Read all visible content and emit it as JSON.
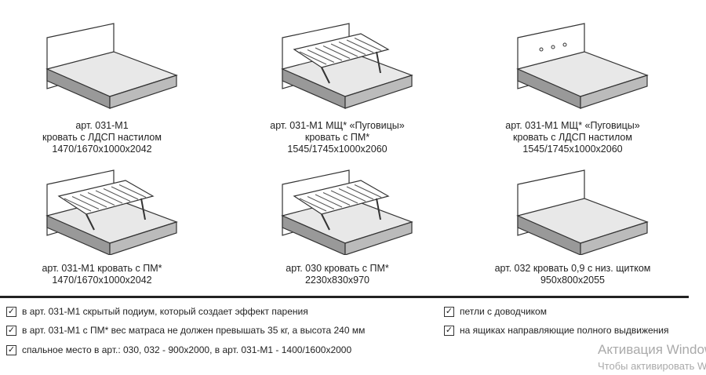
{
  "products": [
    {
      "art": "арт. 031-М1",
      "desc": "кровать с ЛДСП настилом",
      "size": "1470/1670х1000х2042",
      "lift": false,
      "buttons": false
    },
    {
      "art": "арт. 031-М1 МЩ* «Пуговицы»",
      "desc": "кровать с ПМ*",
      "size": "1545/1745х1000х2060",
      "lift": true,
      "buttons": true
    },
    {
      "art": "арт. 031-М1 МЩ* «Пуговицы»",
      "desc": "кровать с ЛДСП настилом",
      "size": "1545/1745х1000х2060",
      "lift": false,
      "buttons": true
    },
    {
      "art": "арт. 031-М1 кровать с ПМ*",
      "size": "1470/1670х1000х2042",
      "lift": true,
      "buttons": false
    },
    {
      "art": "арт. 030 кровать с ПМ*",
      "size": "2230х830х970",
      "lift": true,
      "buttons": false
    },
    {
      "art": "арт. 032 кровать 0,9 с низ. щитком",
      "size": "950х800х2055",
      "lift": false,
      "buttons": false
    }
  ],
  "features_left": [
    "в арт. 031-М1 скрытый подиум, который создает эффект парения",
    "в арт. 031-М1 с ПМ* вес матраса не должен превышать 35 кг, а высота 240 мм",
    "спальное место в арт.: 030, 032 - 900х2000, в арт. 031-М1 - 1400/1600х2000"
  ],
  "features_right": [
    "петли с доводчиком",
    "на ящиках направляющие полного выдвижения"
  ],
  "check_glyph": "✓",
  "watermark": {
    "title": "Активация Windows",
    "subtitle": "Чтобы активировать Windows"
  }
}
